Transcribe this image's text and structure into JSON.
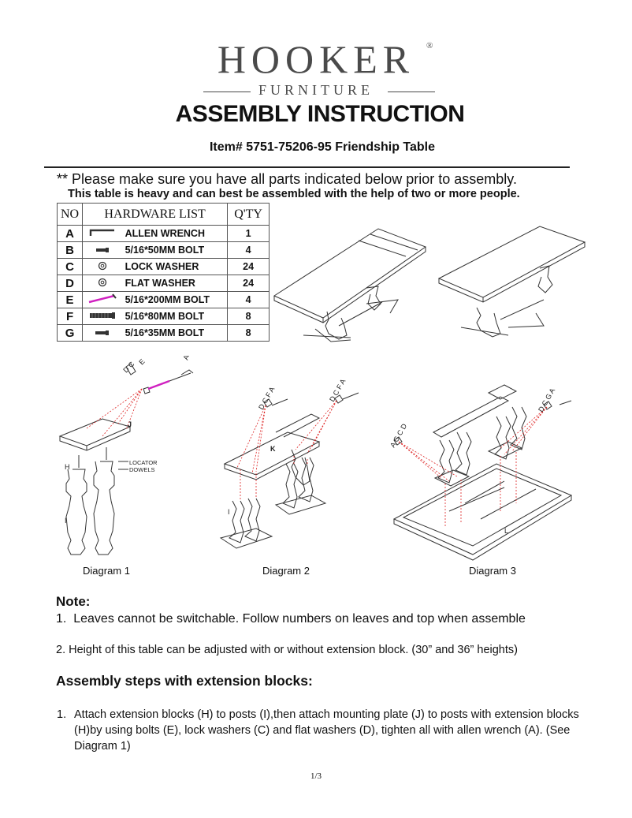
{
  "brand": {
    "name": "HOOKER",
    "registered": "®",
    "sub": "FURNITURE"
  },
  "title": "ASSEMBLY INSTRUCTION",
  "item_line": "Item# 5751-75206-95 Friendship Table",
  "prereq_note": "** Please make sure you have all parts indicated below prior to assembly.",
  "heavy_note": "This table is heavy and can best be assembled with the help of two or more people.",
  "hardware": {
    "headers": {
      "no": "NO",
      "list": "HARDWARE LIST",
      "qty": "Q'TY"
    },
    "rows": [
      {
        "no": "A",
        "name": "ALLEN WRENCH",
        "qty": "1",
        "icon": "allen-wrench-icon"
      },
      {
        "no": "B",
        "name": "5/16*50MM BOLT",
        "qty": "4",
        "icon": "short-bolt-icon"
      },
      {
        "no": "C",
        "name": "LOCK WASHER",
        "qty": "24",
        "icon": "washer-icon"
      },
      {
        "no": "D",
        "name": "FLAT WASHER",
        "qty": "24",
        "icon": "washer-icon"
      },
      {
        "no": "E",
        "name": "5/16*200MM BOLT",
        "qty": "4",
        "icon": "long-bolt-icon"
      },
      {
        "no": "F",
        "name": "5/16*80MM BOLT",
        "qty": "8",
        "icon": "threaded-bolt-icon"
      },
      {
        "no": "G",
        "name": "5/16*35MM BOLT",
        "qty": "8",
        "icon": "small-bolt-icon"
      }
    ]
  },
  "diagrams": {
    "labels": [
      "Diagram 1",
      "Diagram 2",
      "Diagram 3"
    ],
    "callouts": {
      "h": "H",
      "i": "I",
      "j": "J",
      "k": "K",
      "l": "L",
      "locator_1": "LOCATOR",
      "locator_2": "DOWELS"
    }
  },
  "notes": {
    "heading": "Note:",
    "item1_num": "1.",
    "item1": "Leaves cannot be switchable. Follow numbers on leaves and top when assemble",
    "item2": "2. Height of this table can be adjusted with or without extension block. (30” and 36” heights)"
  },
  "steps": {
    "heading": "Assembly steps with extension blocks:",
    "items": [
      {
        "num": "1.",
        "text": "Attach extension blocks (H) to posts (I),then attach mounting plate (J) to posts with extension blocks (H)by using bolts (E), lock washers (C) and flat washers (D), tighten all with allen wrench (A). (See Diagram 1)"
      }
    ]
  },
  "page_number": "1/3",
  "colors": {
    "text": "#111111",
    "logo": "#4a4a4a",
    "callout_lines": "#dd2222",
    "bolt_highlight": "#d020c0"
  }
}
